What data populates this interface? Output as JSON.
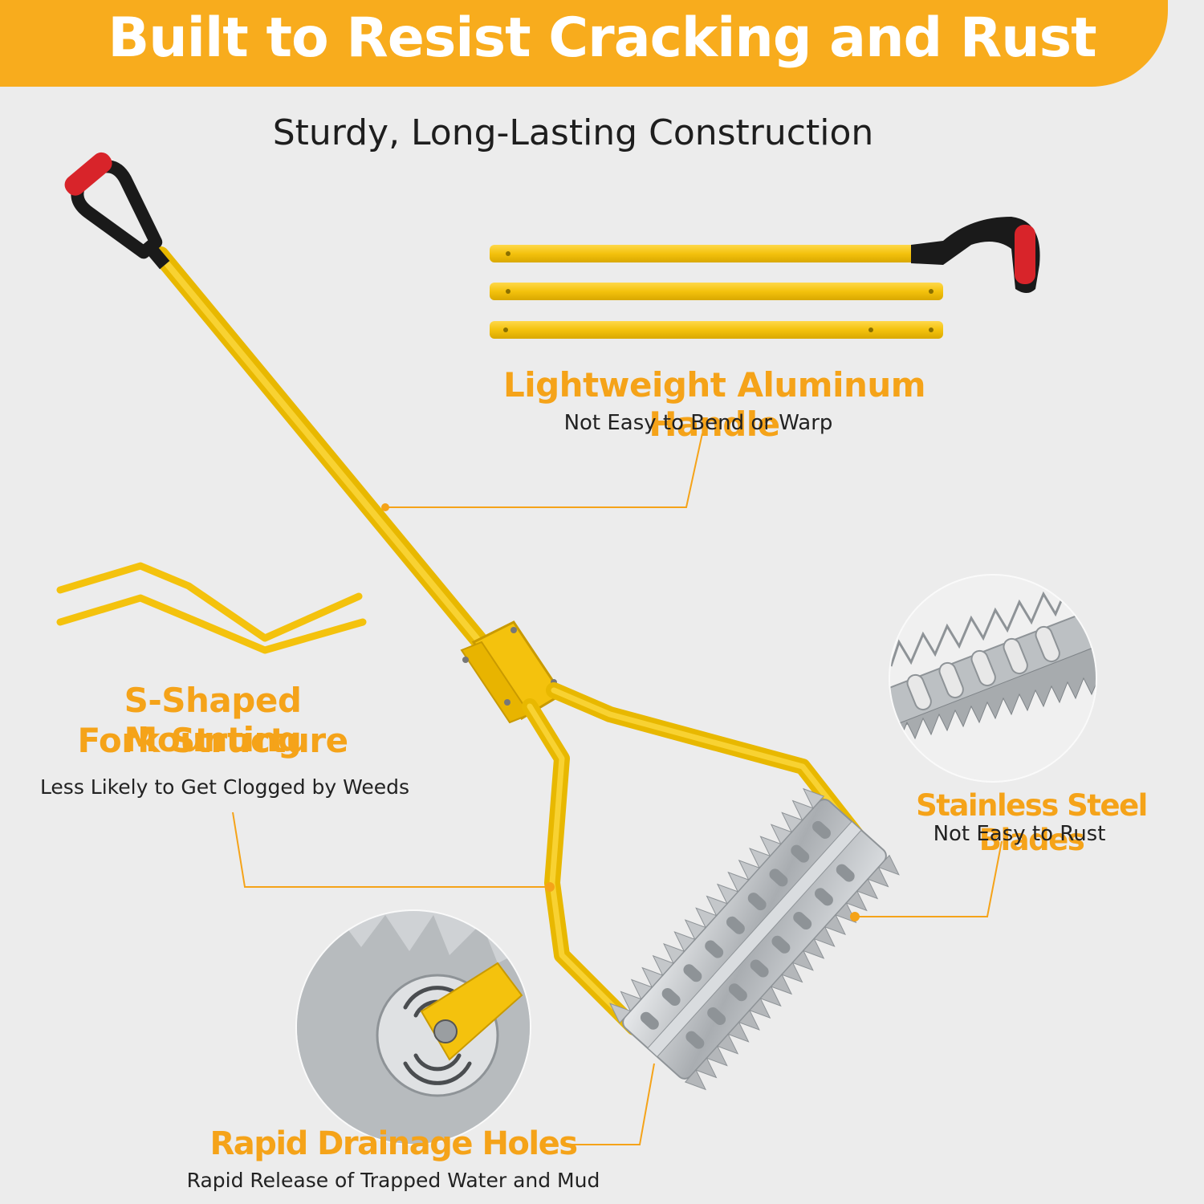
{
  "banner": {
    "title": "Built to Resist Cracking and Rust",
    "color": "#f8ac1d"
  },
  "subtitle": "Sturdy, Long-Lasting Construction",
  "features": {
    "handle": {
      "title": "Lightweight Aluminum Handle",
      "desc": "Not Easy to Bend or Warp"
    },
    "fork": {
      "title_line1": "S-Shaped Mounting",
      "title_line2": "Fork Structure",
      "desc": "Less Likely to Get Clogged by Weeds"
    },
    "blades": {
      "title": "Stainless Steel Blades",
      "desc": "Not Easy to Rust"
    },
    "drainage": {
      "title": "Rapid Drainage Holes",
      "desc": "Rapid Release of Trapped Water and Mud"
    }
  },
  "colors": {
    "accent": "#f5a319",
    "tool_yellow": "#f4c20d",
    "grip_red": "#d8242a",
    "steel": "#b9bcbf",
    "background": "#ececec"
  },
  "icons": [
    "d-grip-handle",
    "handle-segment",
    "s-fork",
    "blade-roller",
    "drainage-hub"
  ]
}
